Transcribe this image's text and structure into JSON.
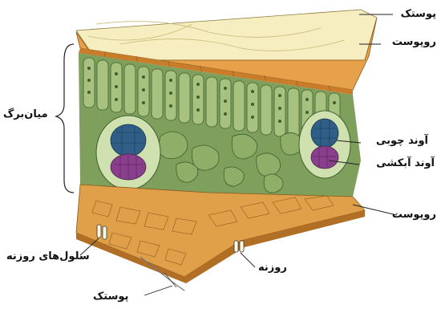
{
  "labels": {
    "cuticle_top": "پوستک",
    "epidermis_top": "روپوست",
    "mesophyll": "میان‌برگ",
    "xylem": "آوند چوبی",
    "phloem": "آوند آبکشی",
    "epidermis_bottom": "روپوست",
    "guard_cells": "سلول‌های روزنه",
    "stoma": "روزنه",
    "cuticle_bottom": "پوستک"
  },
  "colors": {
    "cuticle": "#f6eec0",
    "epidermis": "#e6a14a",
    "palisade": "#a7c27e",
    "spongy": "#6f8f4e",
    "chloroplast": "#3f5f2e",
    "xylem": "#2f5f86",
    "phloem": "#8a3f8c",
    "bundle_sheath": "#cfe1ae",
    "lower_epidermis": "#e0a04a"
  },
  "icons": [
    "brace-icon",
    "pointer-line-icon"
  ]
}
